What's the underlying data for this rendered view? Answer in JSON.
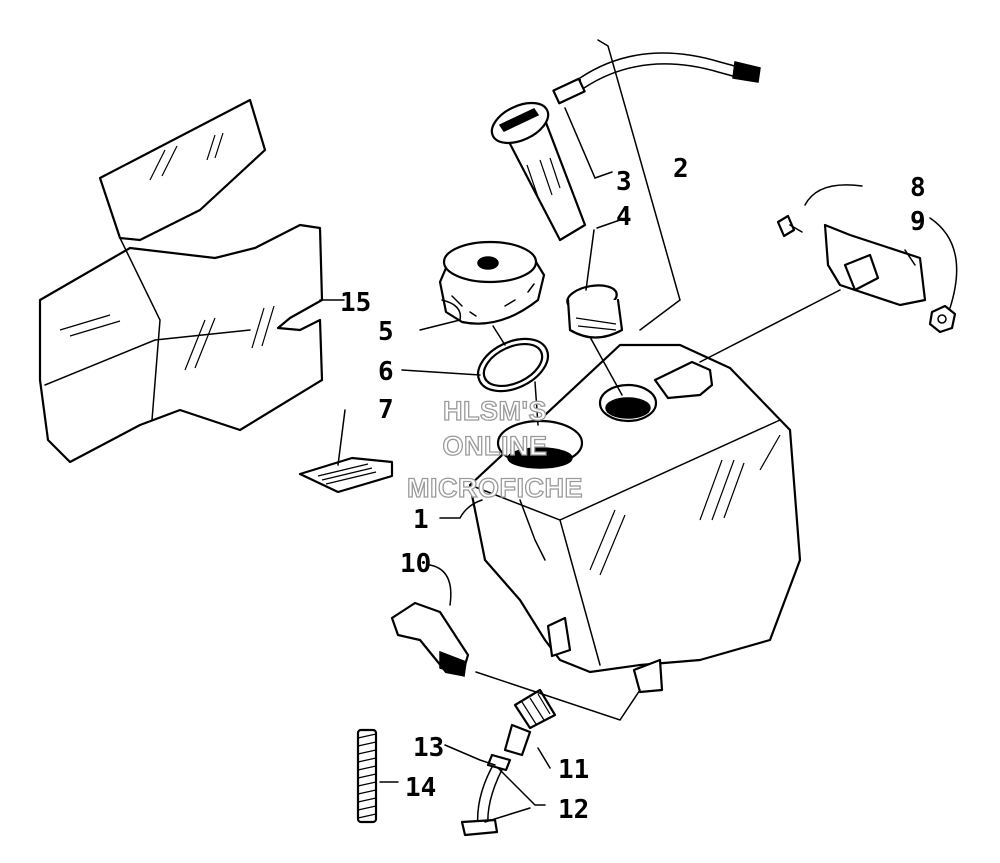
{
  "watermark": [
    "HLSM'S",
    "ONLINE",
    "MICROFICHE"
  ],
  "callouts": [
    {
      "id": "c1",
      "text": "1"
    },
    {
      "id": "c2",
      "text": "2"
    },
    {
      "id": "c3",
      "text": "3"
    },
    {
      "id": "c4",
      "text": "4"
    },
    {
      "id": "c5",
      "text": "5"
    },
    {
      "id": "c6",
      "text": "6"
    },
    {
      "id": "c7",
      "text": "7"
    },
    {
      "id": "c8",
      "text": "8"
    },
    {
      "id": "c9",
      "text": "9"
    },
    {
      "id": "c10",
      "text": "10"
    },
    {
      "id": "c11",
      "text": "11"
    },
    {
      "id": "c12",
      "text": "12"
    },
    {
      "id": "c13",
      "text": "13"
    },
    {
      "id": "c14",
      "text": "14"
    },
    {
      "id": "c15",
      "text": "15"
    }
  ]
}
